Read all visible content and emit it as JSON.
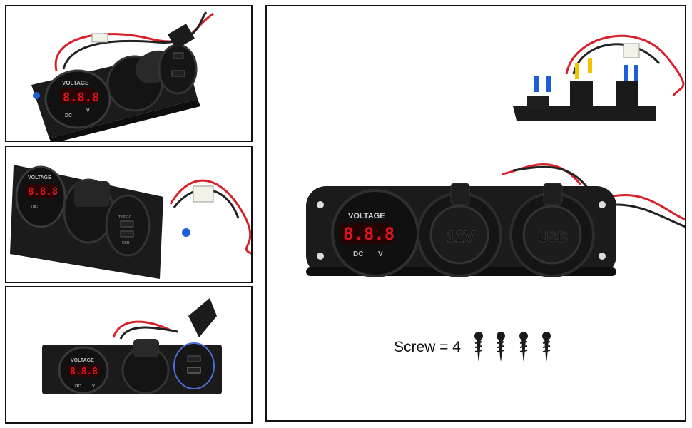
{
  "meter": {
    "label": "VOLTAGE",
    "readout": "8.8.8",
    "dc": "DC",
    "v": "V"
  },
  "socket_12v": {
    "label": "12V"
  },
  "socket_usb": {
    "label": "USB",
    "port_a": "TYPE-C",
    "port_b": "USB"
  },
  "caption": {
    "text": "Screw = 4"
  },
  "colors": {
    "panel": "#1b1b1b",
    "display": "#e0141e",
    "wire_red": "#d8202a",
    "wire_black": "#222222",
    "terminal_blue": "#1e5fd8",
    "terminal_yellow": "#f2c400"
  }
}
